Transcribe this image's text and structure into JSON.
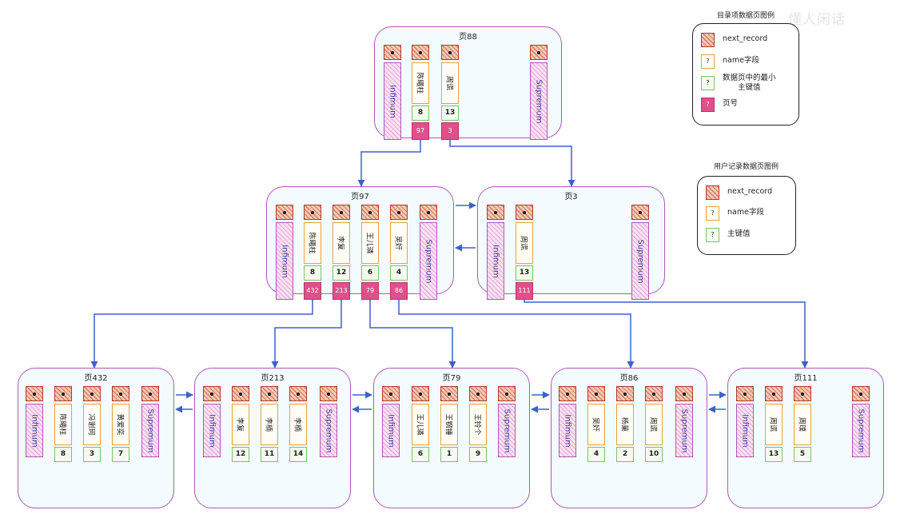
{
  "watermark": "懂人闲话",
  "bounds": {
    "infimum": "Infimum",
    "supremum": "Supremum"
  },
  "legend_directory": {
    "title": "目录项数据页图例",
    "items": [
      {
        "label": "next_record",
        "swatch": "next_record",
        "mark": ""
      },
      {
        "label": "name字段",
        "swatch": "name",
        "mark": "?"
      },
      {
        "label": "数据页中的最小\n主键值",
        "swatch": "key",
        "mark": "?"
      },
      {
        "label": "页号",
        "swatch": "pageno",
        "mark": "?"
      }
    ]
  },
  "legend_user": {
    "title": "用户记录数据页图例",
    "items": [
      {
        "label": "next_record",
        "swatch": "next_record",
        "mark": ""
      },
      {
        "label": "name字段",
        "swatch": "name",
        "mark": "?"
      },
      {
        "label": "主键值",
        "swatch": "key",
        "mark": "?"
      }
    ]
  },
  "pages": [
    {
      "id": "p88",
      "title": "页88",
      "records": [
        {
          "name": "陈曦柱",
          "key": "8",
          "page": "97"
        },
        {
          "name": "周谎",
          "key": "13",
          "page": "3"
        }
      ]
    },
    {
      "id": "p97",
      "title": "页97",
      "records": [
        {
          "name": "陈曦柱",
          "key": "8",
          "page": "432"
        },
        {
          "name": "李复",
          "key": "12",
          "page": "213"
        },
        {
          "name": "王儿璘",
          "key": "6",
          "page": "79"
        },
        {
          "name": "吴奸",
          "key": "4",
          "page": "86"
        }
      ]
    },
    {
      "id": "p3",
      "title": "页3",
      "records": [
        {
          "name": "周谎",
          "key": "13",
          "page": "111"
        }
      ]
    },
    {
      "id": "p432",
      "title": "页432",
      "records": [
        {
          "name": "陈曦柱",
          "key": "8"
        },
        {
          "name": "冯谢珂",
          "key": "3"
        },
        {
          "name": "黄爱奕",
          "key": "7"
        }
      ]
    },
    {
      "id": "p213",
      "title": "页213",
      "records": [
        {
          "name": "李复",
          "key": "12"
        },
        {
          "name": "李楠",
          "key": "11"
        },
        {
          "name": "李楠",
          "key": "14"
        }
      ]
    },
    {
      "id": "p79",
      "title": "页79",
      "records": [
        {
          "name": "王儿璘",
          "key": "6"
        },
        {
          "name": "王钢锤",
          "key": "1"
        },
        {
          "name": "王铃个",
          "key": "9"
        }
      ]
    },
    {
      "id": "p86",
      "title": "页86",
      "records": [
        {
          "name": "吴奸",
          "key": "4"
        },
        {
          "name": "杨菓",
          "key": "2"
        },
        {
          "name": "周谎",
          "key": "10"
        }
      ]
    },
    {
      "id": "p111",
      "title": "页111",
      "records": [
        {
          "name": "周谎",
          "key": "13"
        },
        {
          "name": "周璞",
          "key": "5"
        }
      ]
    }
  ]
}
